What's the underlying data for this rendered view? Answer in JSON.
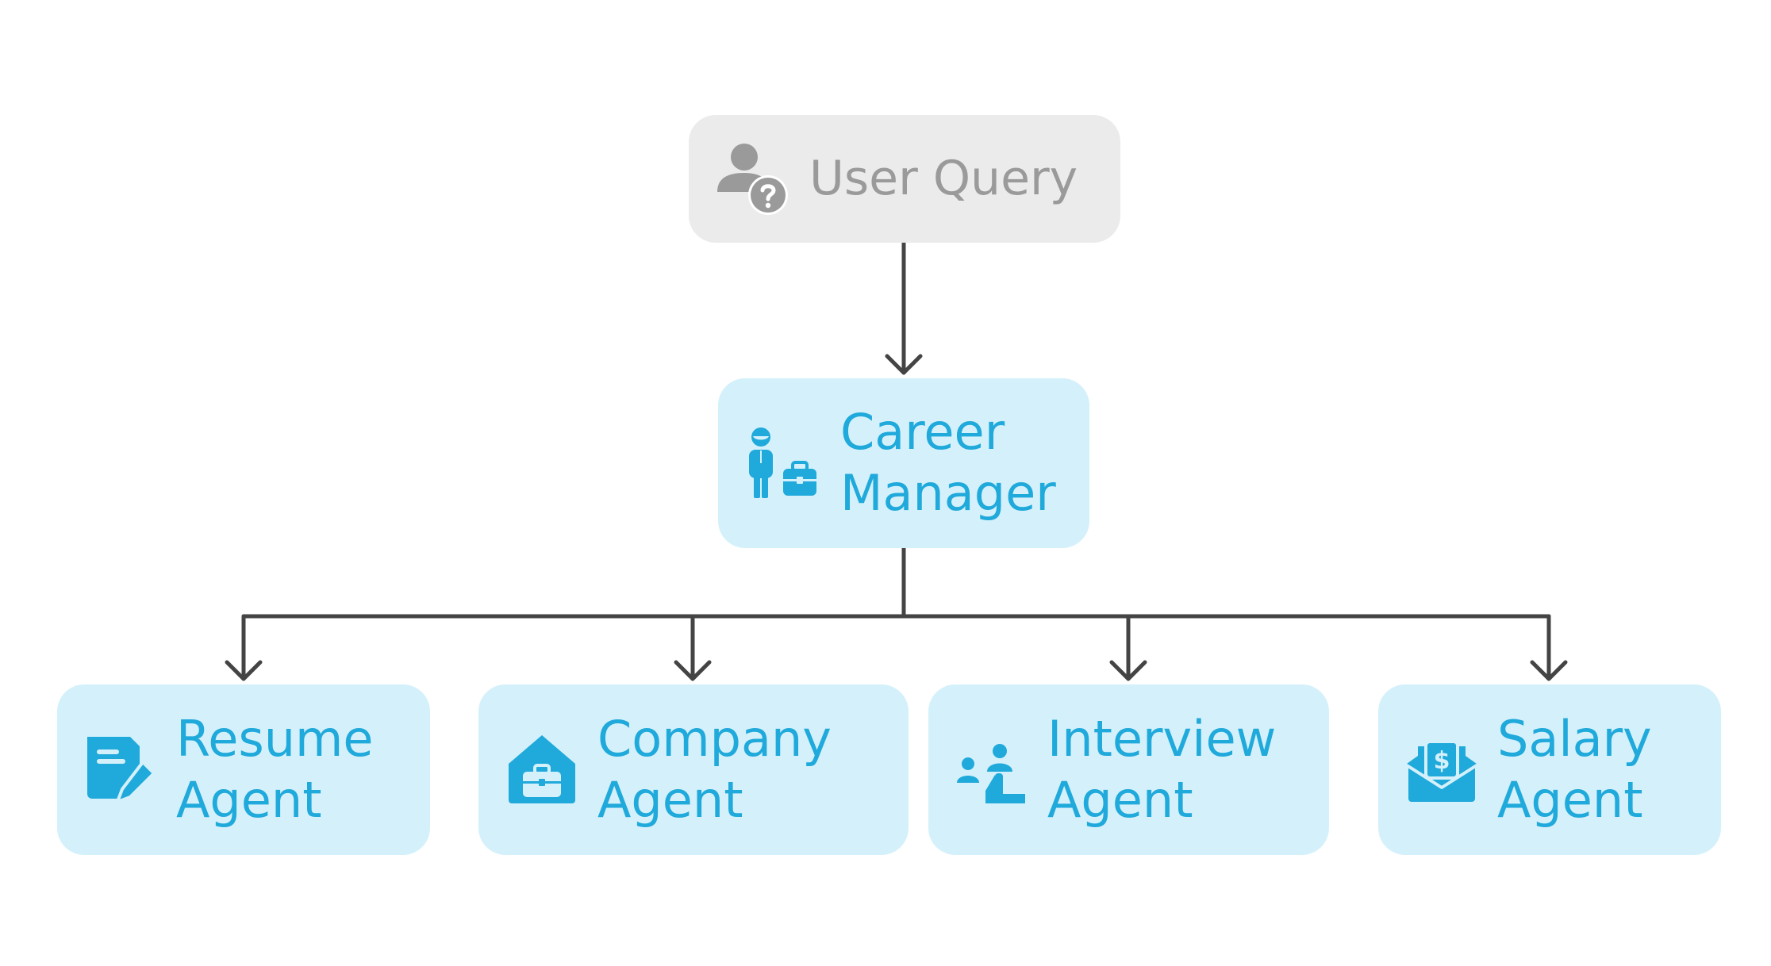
{
  "diagram": {
    "root": {
      "label": "User Query",
      "icon": "user-question-icon"
    },
    "manager": {
      "label_line1": "Career",
      "label_line2": "Manager",
      "icon": "employee-briefcase-icon"
    },
    "agents": [
      {
        "label_line1": "Resume",
        "label_line2": "Agent",
        "icon": "document-edit-icon"
      },
      {
        "label_line1": "Company",
        "label_line2": "Agent",
        "icon": "building-briefcase-icon"
      },
      {
        "label_line1": "Interview",
        "label_line2": "Agent",
        "icon": "interview-people-icon"
      },
      {
        "label_line1": "Salary",
        "label_line2": "Agent",
        "icon": "salary-envelope-icon"
      }
    ],
    "colors": {
      "root_fill": "#ebebeb",
      "root_text": "#9a9a9a",
      "agent_fill": "#d4f1fb",
      "agent_text": "#20a9db",
      "connector": "#444444"
    }
  }
}
